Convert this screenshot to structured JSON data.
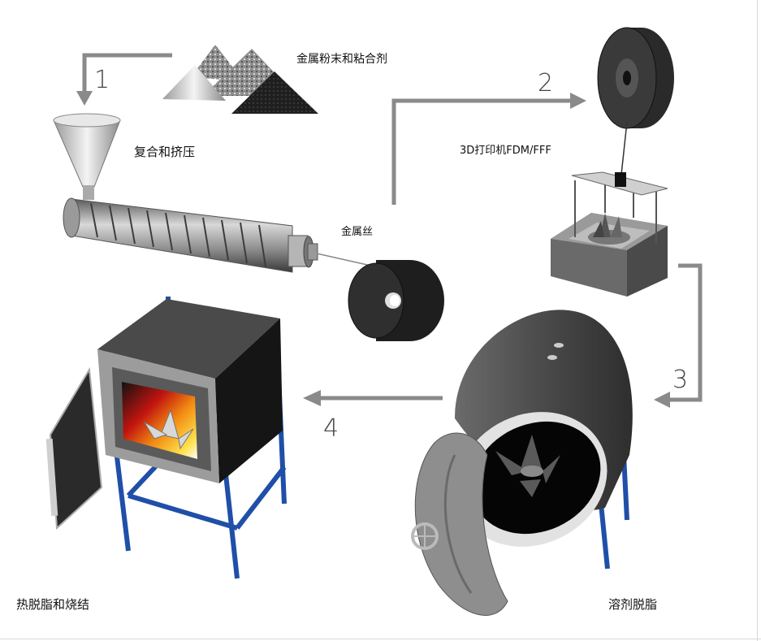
{
  "labels": {
    "powder": "金属粉末和粘合剂",
    "compound": "复合和挤压",
    "printer": "3D打印机FDM/FFF",
    "filament": "金属丝",
    "thermal": "热脱脂和烧结",
    "solvent": "溶剂脱脂"
  },
  "steps": [
    "1",
    "2",
    "3",
    "4"
  ],
  "colors": {
    "arrow": "#8a8a8a",
    "frame": "#1f4fa8",
    "dark": "#2e2e2e",
    "mid": "#7a7a7a",
    "light": "#cfcfcf"
  }
}
